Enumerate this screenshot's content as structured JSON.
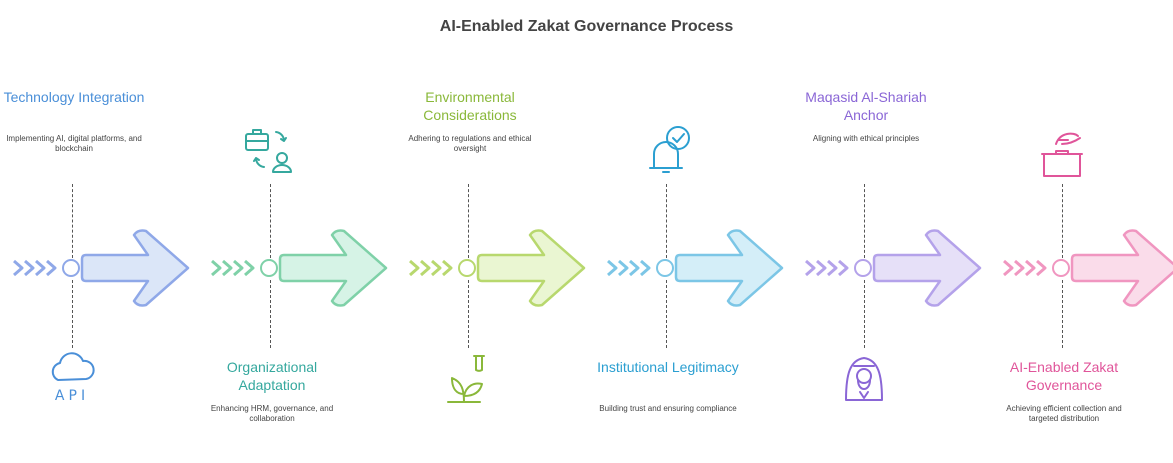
{
  "title": "AI-Enabled Zakat Governance Process",
  "stages": [
    {
      "title": "Technology Integration",
      "description": "Implementing AI, digital platforms, and blockchain",
      "icon": "cloud-api-icon",
      "icon_text": "API",
      "position": "top",
      "color": "#4a8fd8",
      "arrow_fill": "#dbe6f8",
      "arrow_stroke": "#8fa8e8"
    },
    {
      "title": "Organizational Adaptation",
      "description": "Enhancing HRM, governance, and collaboration",
      "icon": "briefcase-person-icon",
      "position": "bottom",
      "color": "#35a89e",
      "arrow_fill": "#d6f3e6",
      "arrow_stroke": "#7fd1a8"
    },
    {
      "title": "Environmental Considerations",
      "description": "Adhering to regulations and ethical oversight",
      "icon": "plant-flask-icon",
      "position": "top",
      "color": "#8ab83a",
      "arrow_fill": "#eaf6d2",
      "arrow_stroke": "#b8d86e"
    },
    {
      "title": "Institutional Legitimacy",
      "description": "Building trust and ensuring compliance",
      "icon": "bell-check-icon",
      "position": "bottom",
      "color": "#2b9fd1",
      "arrow_fill": "#d4eef8",
      "arrow_stroke": "#7cc6e6"
    },
    {
      "title": "Maqasid Al-Shariah Anchor",
      "description": "Aligning with ethical principles",
      "icon": "scholar-icon",
      "position": "top",
      "color": "#8a66d6",
      "arrow_fill": "#e6e0f8",
      "arrow_stroke": "#b4a2ea"
    },
    {
      "title": "AI-Enabled Zakat Governance",
      "description": "Achieving efficient collection and targeted distribution",
      "icon": "donation-box-icon",
      "position": "bottom",
      "color": "#e0559a",
      "arrow_fill": "#fadcea",
      "arrow_stroke": "#f096c0"
    }
  ]
}
